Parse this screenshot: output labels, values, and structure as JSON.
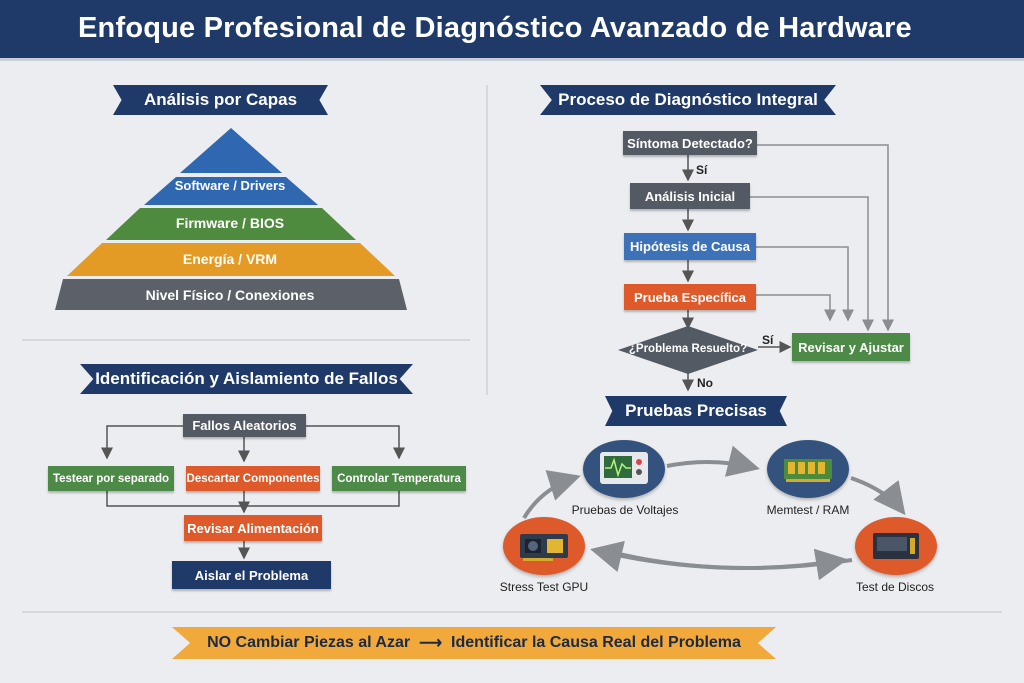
{
  "title": "Enfoque Profesional de Diagnóstico Avanzado de Hardware",
  "layers": {
    "heading": "Análisis por Capas",
    "levels": [
      "Software / Drivers",
      "Firmware / BIOS",
      "Energía / VRM",
      "Nivel Físico / Conexiones"
    ]
  },
  "process": {
    "heading": "Proceso de Diagnóstico Integral",
    "steps": [
      "Síntoma Detectado?",
      "Análisis Inicial",
      "Hipótesis de Causa",
      "Prueba Específica"
    ],
    "decision": "¿Problema Resuelto?",
    "yes_label": "Sí",
    "yes_label2": "Sí",
    "no_label": "No",
    "adjust": "Revisar y Ajustar"
  },
  "isolation": {
    "heading": "Identificación y Aislamiento de Fallos",
    "root": "Fallos Aleatorios",
    "branches": [
      "Testear por separado",
      "Descartar Componentes",
      "Controlar Temperatura"
    ],
    "power": "Revisar Alimentación",
    "result": "Aislar el Problema"
  },
  "tests": {
    "heading": "Pruebas Precisas",
    "items": [
      "Pruebas de Voltajes",
      "Memtest / RAM",
      "Test de Discos",
      "Stress Test GPU"
    ]
  },
  "banner": {
    "left": "NO Cambiar Piezas al Azar",
    "right": "Identificar la Causa Real del Problema"
  },
  "colors": {
    "navy": "#1f3a68",
    "blue": "#3d72b8",
    "green": "#4d8a47",
    "orange": "#de5a2a",
    "yellow": "#f0a93a",
    "gray": "#545a63"
  },
  "icons": [
    "oscilloscope-icon",
    "ram-module-icon",
    "hard-drive-icon",
    "gpu-card-icon",
    "arrow-right-icon"
  ]
}
